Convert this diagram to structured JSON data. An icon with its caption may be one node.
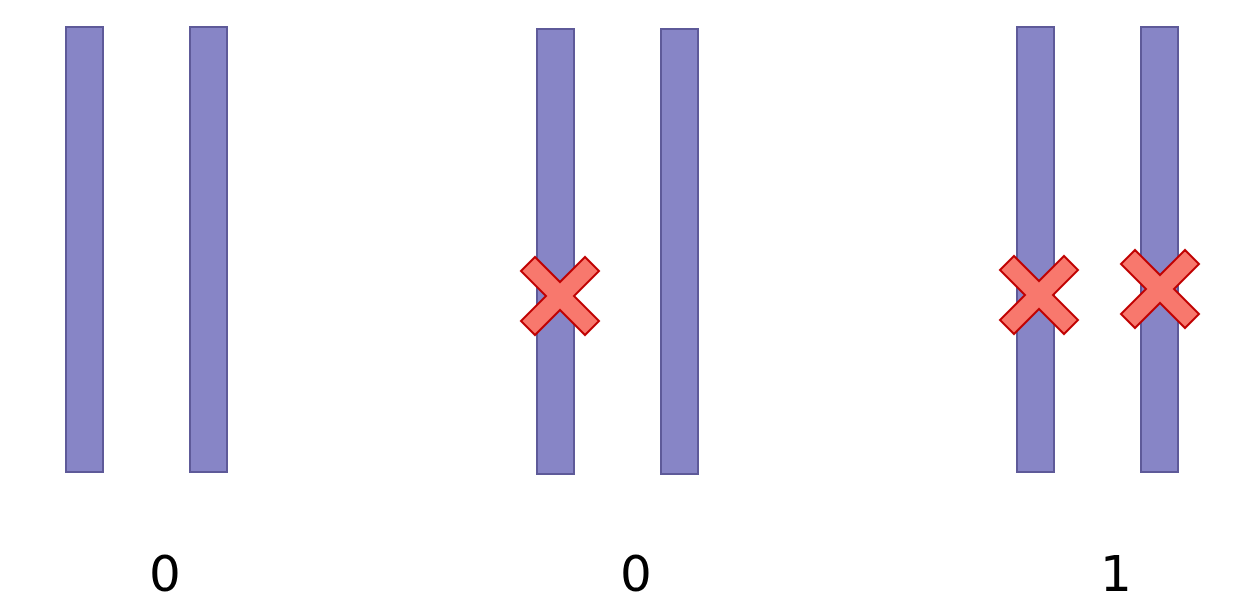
{
  "diagram": {
    "labels": [
      "0",
      "0",
      "1"
    ]
  }
}
